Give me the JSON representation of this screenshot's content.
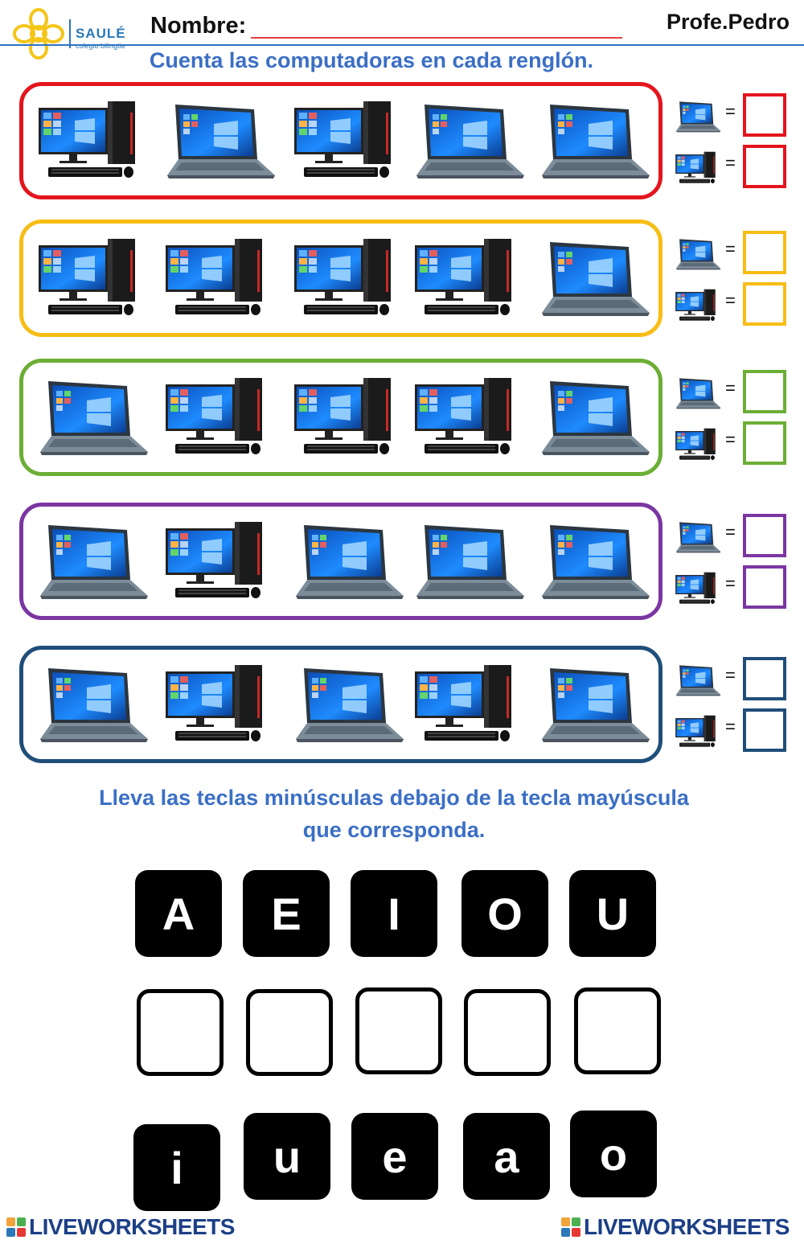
{
  "header": {
    "brand": "SAULÉ",
    "brand_sub": "colegio bilingüe",
    "name_label": "Nombre:",
    "author": "Profe.Pedro"
  },
  "instructions": {
    "count": "Cuenta las computadoras en cada renglón.",
    "match_line1": "Lleva las teclas minúsculas debajo de la tecla mayúscula",
    "match_line2": "que corresponda."
  },
  "rows": [
    {
      "color": "#e3151d",
      "items": [
        "desktop",
        "laptop",
        "desktop",
        "laptop",
        "laptop"
      ]
    },
    {
      "color": "#f7bd16",
      "items": [
        "desktop",
        "desktop",
        "desktop",
        "desktop",
        "laptop"
      ]
    },
    {
      "color": "#6cae35",
      "items": [
        "laptop",
        "desktop",
        "desktop",
        "desktop",
        "laptop"
      ]
    },
    {
      "color": "#7b36a2",
      "items": [
        "laptop",
        "desktop",
        "laptop",
        "laptop",
        "laptop"
      ]
    },
    {
      "color": "#1f4e79",
      "items": [
        "laptop",
        "desktop",
        "laptop",
        "desktop",
        "laptop"
      ]
    }
  ],
  "tally": {
    "equals": "=",
    "order": [
      "laptop",
      "desktop"
    ]
  },
  "uppercase_keys": [
    "A",
    "E",
    "I",
    "O",
    "U"
  ],
  "lowercase_keys": [
    "i",
    "u",
    "e",
    "a",
    "o"
  ],
  "footer": {
    "left": "LIVEWORKSHEETS",
    "right": "LIVEWORKSHEETS"
  }
}
